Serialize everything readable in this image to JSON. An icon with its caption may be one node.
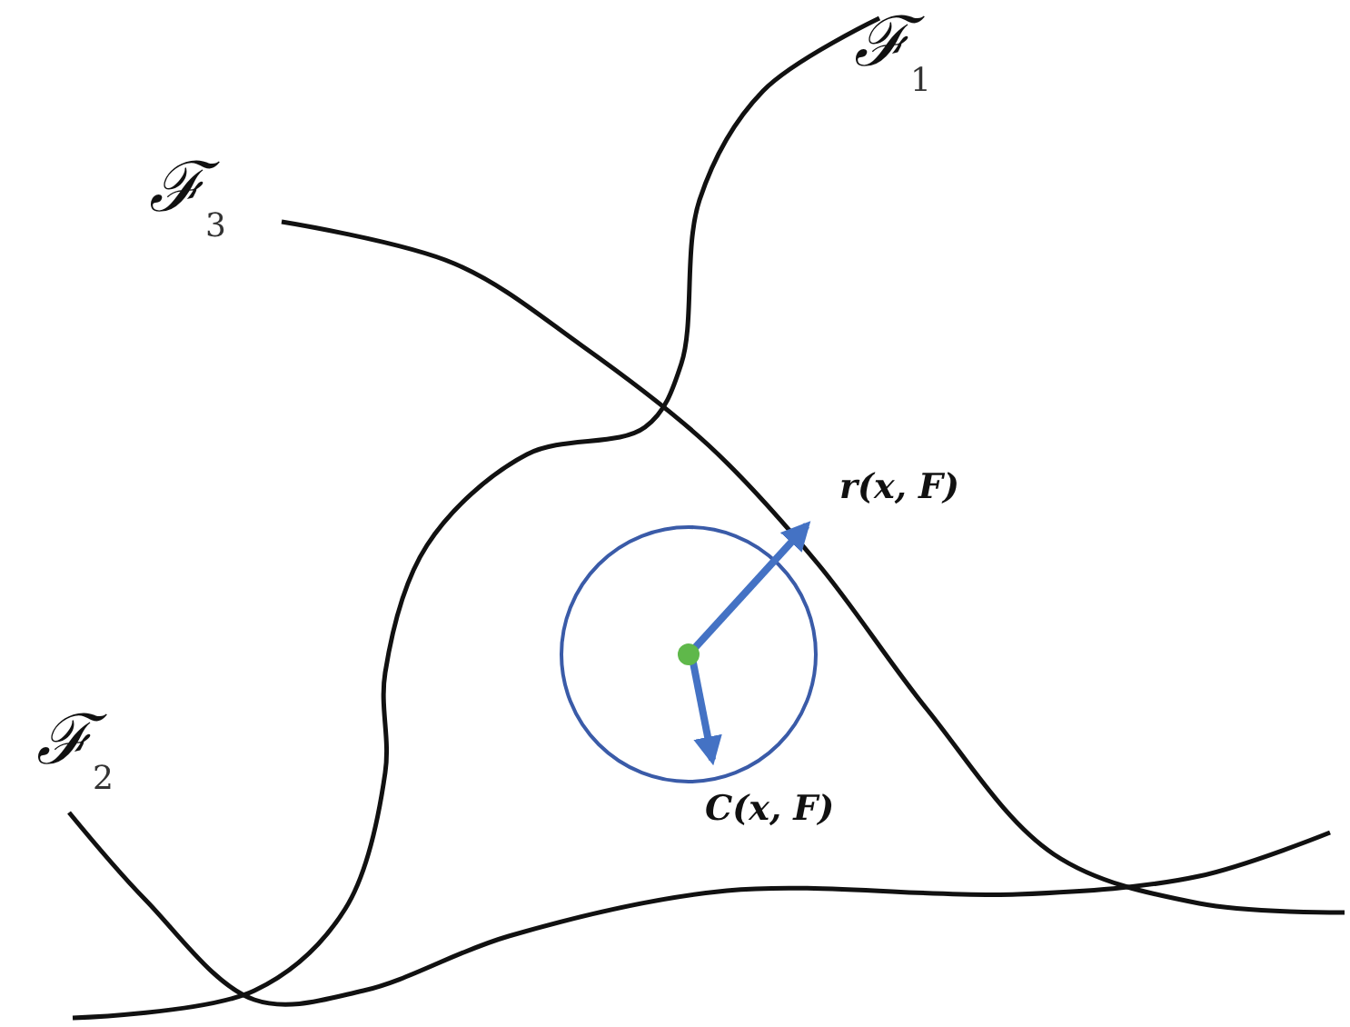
{
  "diagram": {
    "labels": [
      "ℱ$_{1}$",
      "ℱ$_{3}$",
      "r(x, F)",
      "ℱ$_{2}$",
      "C(x, F)"
    ]
  }
}
